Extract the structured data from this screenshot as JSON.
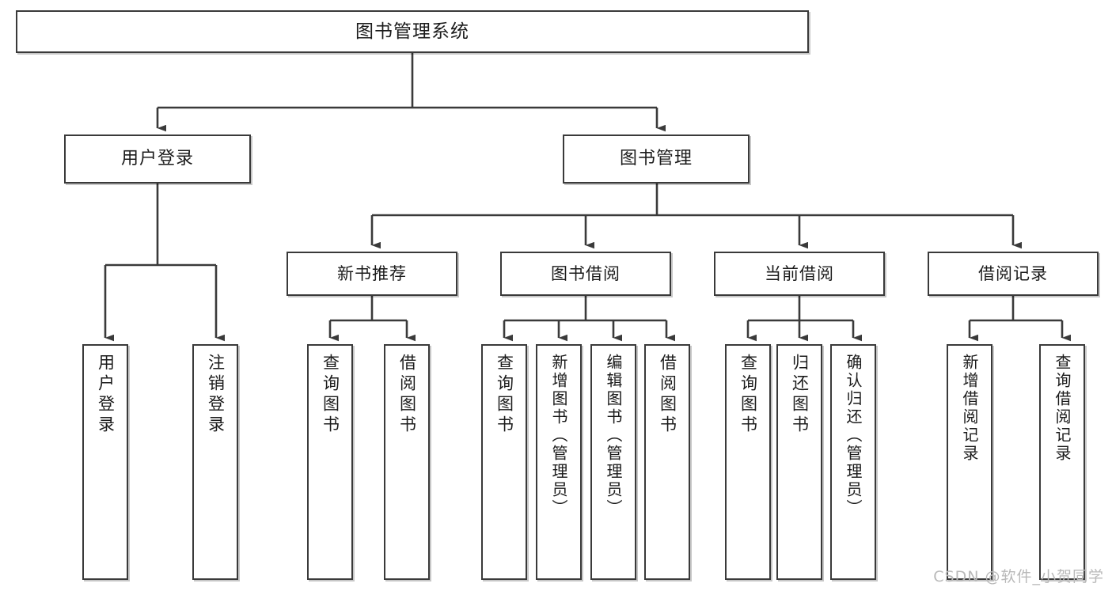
{
  "diagram": {
    "title": "图书管理系统",
    "watermark": "CSDN @软件_小贺同学",
    "line_color": "#3a3a3a",
    "box_fill": "#ffffff",
    "text_color": "#1b1b1b",
    "root": {
      "label": "图书管理系统"
    },
    "level2": [
      {
        "label": "用户登录"
      },
      {
        "label": "图书管理"
      }
    ],
    "level3": [
      {
        "label": "新书推荐"
      },
      {
        "label": "图书借阅"
      },
      {
        "label": "当前借阅"
      },
      {
        "label": "借阅记录"
      }
    ],
    "leaves": {
      "user_login": [
        {
          "label": "用户登录"
        },
        {
          "label": "注销登录"
        }
      ],
      "new_book_recommend": [
        {
          "label": "查询图书"
        },
        {
          "label": "借阅图书"
        }
      ],
      "book_borrow": [
        {
          "label": "查询图书"
        },
        {
          "label": "新增图书（管理员）"
        },
        {
          "label": "编辑图书（管理员）"
        },
        {
          "label": "借阅图书"
        }
      ],
      "current_borrow": [
        {
          "label": "查询图书"
        },
        {
          "label": "归还图书"
        },
        {
          "label": "确认归还（管理员）"
        }
      ],
      "borrow_record": [
        {
          "label": "新增借阅记录"
        },
        {
          "label": "查询借阅记录"
        }
      ]
    }
  }
}
